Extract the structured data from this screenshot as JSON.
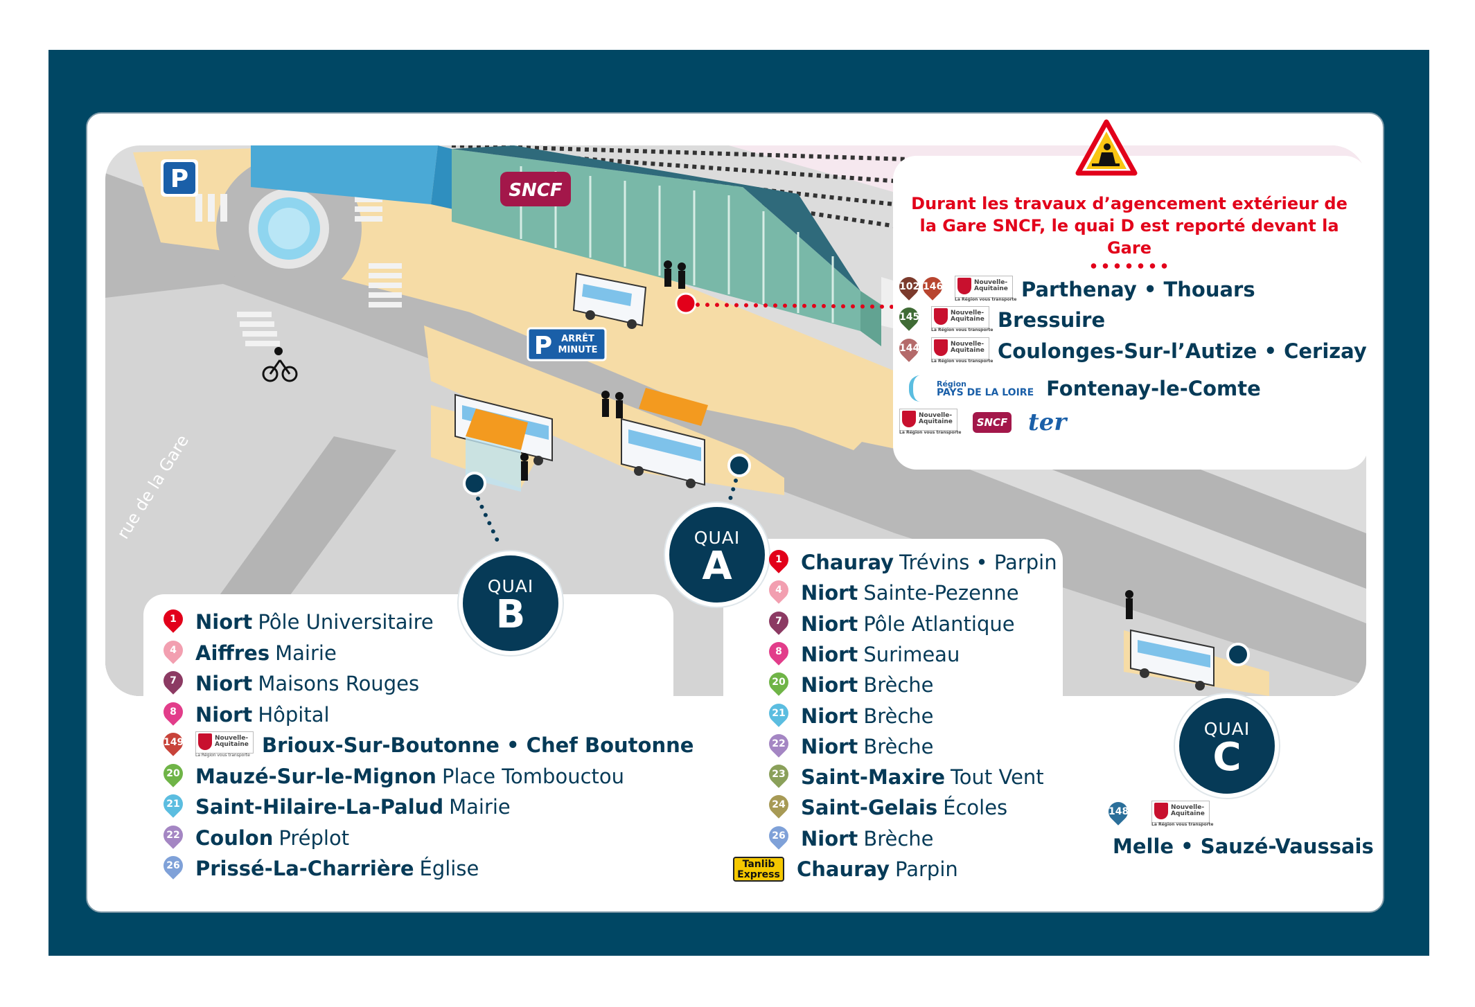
{
  "map": {
    "parking_sign": "P",
    "sncf_logo": "SNCF",
    "arret_minute_p": "P",
    "arret_minute_l1": "ARRÊT",
    "arret_minute_l2": "MINUTE",
    "street_label": "rue de la Gare"
  },
  "notice": {
    "icon": "roadwork-warning-icon",
    "text": "Durant les travaux d’agencement extérieur de la Gare SNCF, le quai D est reporté devant la Gare",
    "routes": [
      {
        "badges": [
          "102",
          "146"
        ],
        "badge_colors": [
          "#7b3a2c",
          "#b8452f"
        ],
        "operator": "Nouvelle-Aquitaine",
        "dest": "Parthenay • Thouars"
      },
      {
        "badges": [
          "145"
        ],
        "badge_colors": [
          "#3f6b35"
        ],
        "operator": "Nouvelle-Aquitaine",
        "dest": "Bressuire"
      },
      {
        "badges": [
          "144"
        ],
        "badge_colors": [
          "#b46a6a"
        ],
        "operator": "Nouvelle-Aquitaine",
        "dest": "Coulonges-Sur-l’Autize • Cerizay"
      },
      {
        "badges": [],
        "operator_label_small": "Région",
        "operator_label": "PAYS DE LA LOIRE",
        "dest": "Fontenay-le-Comte"
      }
    ],
    "logos": {
      "sncf": "SNCF",
      "ter": "ter"
    }
  },
  "logo_text": {
    "line1": "Région",
    "line2": "Nouvelle-",
    "line3": "Aquitaine",
    "tag": "La Région vous transporte"
  },
  "quais": {
    "label": "QUAI",
    "a": "A",
    "b": "B",
    "c": "C"
  },
  "quai_b": [
    {
      "num": "1",
      "color": "#e2001a",
      "bold": "Niort",
      "plain": "Pôle Universitaire"
    },
    {
      "num": "4",
      "color": "#f29fb0",
      "bold": "Aiffres",
      "plain": "Mairie"
    },
    {
      "num": "7",
      "color": "#8c3a63",
      "bold": "Niort",
      "plain": "Maisons Rouges"
    },
    {
      "num": "8",
      "color": "#e23d8a",
      "bold": "Niort",
      "plain": "Hôpital"
    },
    {
      "num": "149",
      "color": "#c8433a",
      "logo": true,
      "bold": "Brioux-Sur-Boutonne • Chef Boutonne",
      "plain": ""
    },
    {
      "num": "20",
      "color": "#6fb447",
      "bold": "Mauzé-Sur-le-Mignon",
      "plain": "Place Tombouctou"
    },
    {
      "num": "21",
      "color": "#5bbde0",
      "bold": "Saint-Hilaire-La-Palud",
      "plain": "Mairie"
    },
    {
      "num": "22",
      "color": "#a486c3",
      "bold": "Coulon",
      "plain": "Préplot"
    },
    {
      "num": "26",
      "color": "#7fa1d8",
      "bold": "Prissé-La-Charrière",
      "plain": "Église"
    }
  ],
  "quai_a": [
    {
      "num": "1",
      "color": "#e2001a",
      "bold": "Chauray",
      "plain": "Trévins • Parpin"
    },
    {
      "num": "4",
      "color": "#f29fb0",
      "bold": "Niort",
      "plain": "Sainte-Pezenne"
    },
    {
      "num": "7",
      "color": "#8c3a63",
      "bold": "Niort",
      "plain": "Pôle Atlantique"
    },
    {
      "num": "8",
      "color": "#e23d8a",
      "bold": "Niort",
      "plain": "Surimeau"
    },
    {
      "num": "20",
      "color": "#6fb447",
      "bold": "Niort",
      "plain": "Brèche"
    },
    {
      "num": "21",
      "color": "#5bbde0",
      "bold": "Niort",
      "plain": "Brèche"
    },
    {
      "num": "22",
      "color": "#a486c3",
      "bold": "Niort",
      "plain": "Brèche"
    },
    {
      "num": "23",
      "color": "#8aa05a",
      "bold": "Saint-Maxire",
      "plain": "Tout Vent"
    },
    {
      "num": "24",
      "color": "#a79a55",
      "bold": "Saint-Gelais",
      "plain": "Écoles"
    },
    {
      "num": "26",
      "color": "#7fa1d8",
      "bold": "Niort",
      "plain": "Brèche"
    },
    {
      "num": "",
      "tanlib": true,
      "tanlib_l1": "Tanlib",
      "tanlib_l2": "Express",
      "bold": "Chauray",
      "plain": "Parpin"
    }
  ],
  "quai_c": {
    "num": "148",
    "color": "#2b6f9a",
    "operator": "Nouvelle-Aquitaine",
    "dest": "Melle • Sauzé-Vaussais"
  }
}
